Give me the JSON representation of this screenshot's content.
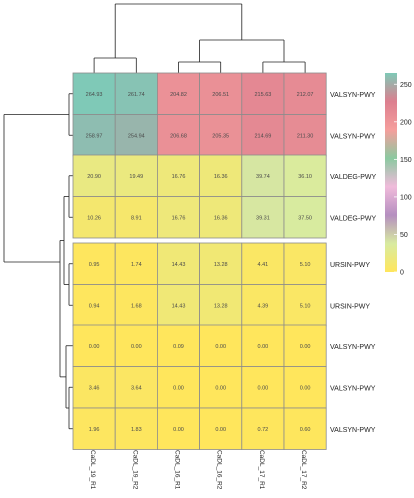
{
  "chart_data": {
    "type": "heatmap",
    "columns": [
      "CaDL_19_R1",
      "CaDL_19_R2",
      "CaDL_16_R1",
      "CaDL_16_R2",
      "CaDL_17_R1",
      "CaDL_17_R2"
    ],
    "rows": [
      {
        "label": "VALSYN-PWY",
        "values": [
          264.93,
          261.74,
          204.82,
          206.51,
          215.63,
          212.07
        ]
      },
      {
        "label": "VALSYN-PWY",
        "values": [
          258.97,
          254.94,
          206.68,
          205.35,
          214.69,
          211.3
        ]
      },
      {
        "label": "VALDEG-PWY",
        "values": [
          20.9,
          19.49,
          16.76,
          16.36,
          39.74,
          36.1
        ]
      },
      {
        "label": "VALDEG-PWY",
        "values": [
          10.26,
          8.91,
          16.76,
          16.36,
          39.31,
          37.5
        ]
      },
      {
        "label": "URSIN-PWY",
        "values": [
          0.95,
          1.74,
          14.43,
          13.28,
          4.41,
          5.1
        ]
      },
      {
        "label": "URSIN-PWY",
        "values": [
          0.94,
          1.68,
          14.43,
          13.28,
          4.39,
          5.1
        ]
      },
      {
        "label": "VALSYN-PWY",
        "values": [
          0.0,
          0.0,
          0.09,
          0.0,
          0.0,
          0.0
        ]
      },
      {
        "label": "VALSYN-PWY",
        "values": [
          3.46,
          3.64,
          0.0,
          0.0,
          0.0,
          0.0
        ]
      },
      {
        "label": "VALSYN-PWY",
        "values": [
          1.96,
          1.83,
          0.0,
          0.0,
          0.72,
          0.6
        ]
      }
    ],
    "row_groups": [
      [
        0,
        1
      ],
      [
        2,
        3
      ],
      [
        4,
        5
      ],
      [
        6,
        7,
        8
      ]
    ],
    "colorbar": {
      "ticks": [
        0,
        50,
        100,
        150,
        200,
        250
      ],
      "min": 0,
      "max": 265,
      "palette": [
        "#ffe65c",
        "#d8eba0",
        "#b58fc0",
        "#f0bbdb",
        "#8bc9a0",
        "#f59e9c",
        "#dc7f8f",
        "#7fc9b7"
      ]
    }
  }
}
